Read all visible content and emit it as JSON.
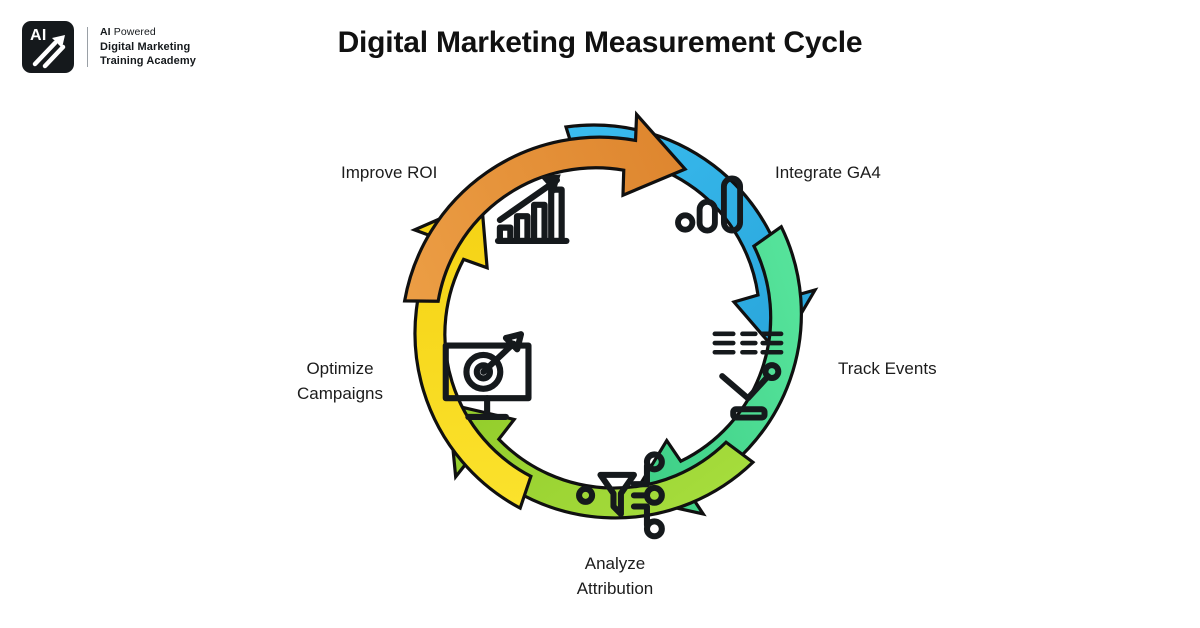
{
  "brand": {
    "logo_icon": "ai-arrow-logo-icon",
    "logo_text": "AI",
    "line1_strong": "AI",
    "line1_rest": " Powered",
    "line2": "Digital Marketing",
    "line3": "Training Academy"
  },
  "header": {
    "title": "Digital Marketing Measurement Cycle"
  },
  "chart_data": {
    "type": "cycle-diagram",
    "title": "Digital Marketing Measurement Cycle",
    "direction": "clockwise",
    "segment_count": 5,
    "segments": [
      {
        "label": "Integrate GA4",
        "color": "#33B5E8",
        "color_end": "#2AA7DC",
        "icon": "google-analytics-icon",
        "position": "top-right",
        "order": 1
      },
      {
        "label": "Track Events",
        "color": "#4FDC94",
        "color_end": "#3FD187",
        "icon": "event-tracking-icon",
        "position": "right",
        "order": 2
      },
      {
        "label": "Analyze\nAttribution",
        "color": "#9FD834",
        "color_end": "#95CE2E",
        "icon": "attribution-funnel-icon",
        "position": "bottom",
        "order": 3
      },
      {
        "label": "Optimize\nCampaigns",
        "color": "#F8DC24",
        "color_end": "#F5D316",
        "icon": "monitor-target-icon",
        "position": "left",
        "order": 4
      },
      {
        "label": "Improve ROI",
        "color": "#E8953B",
        "color_end": "#DE8730",
        "icon": "growth-chart-icon",
        "position": "top-left",
        "order": 5
      }
    ],
    "background": "#FFFFFF",
    "stroke_color": "#101010",
    "label_color": "#1C1C1C"
  }
}
